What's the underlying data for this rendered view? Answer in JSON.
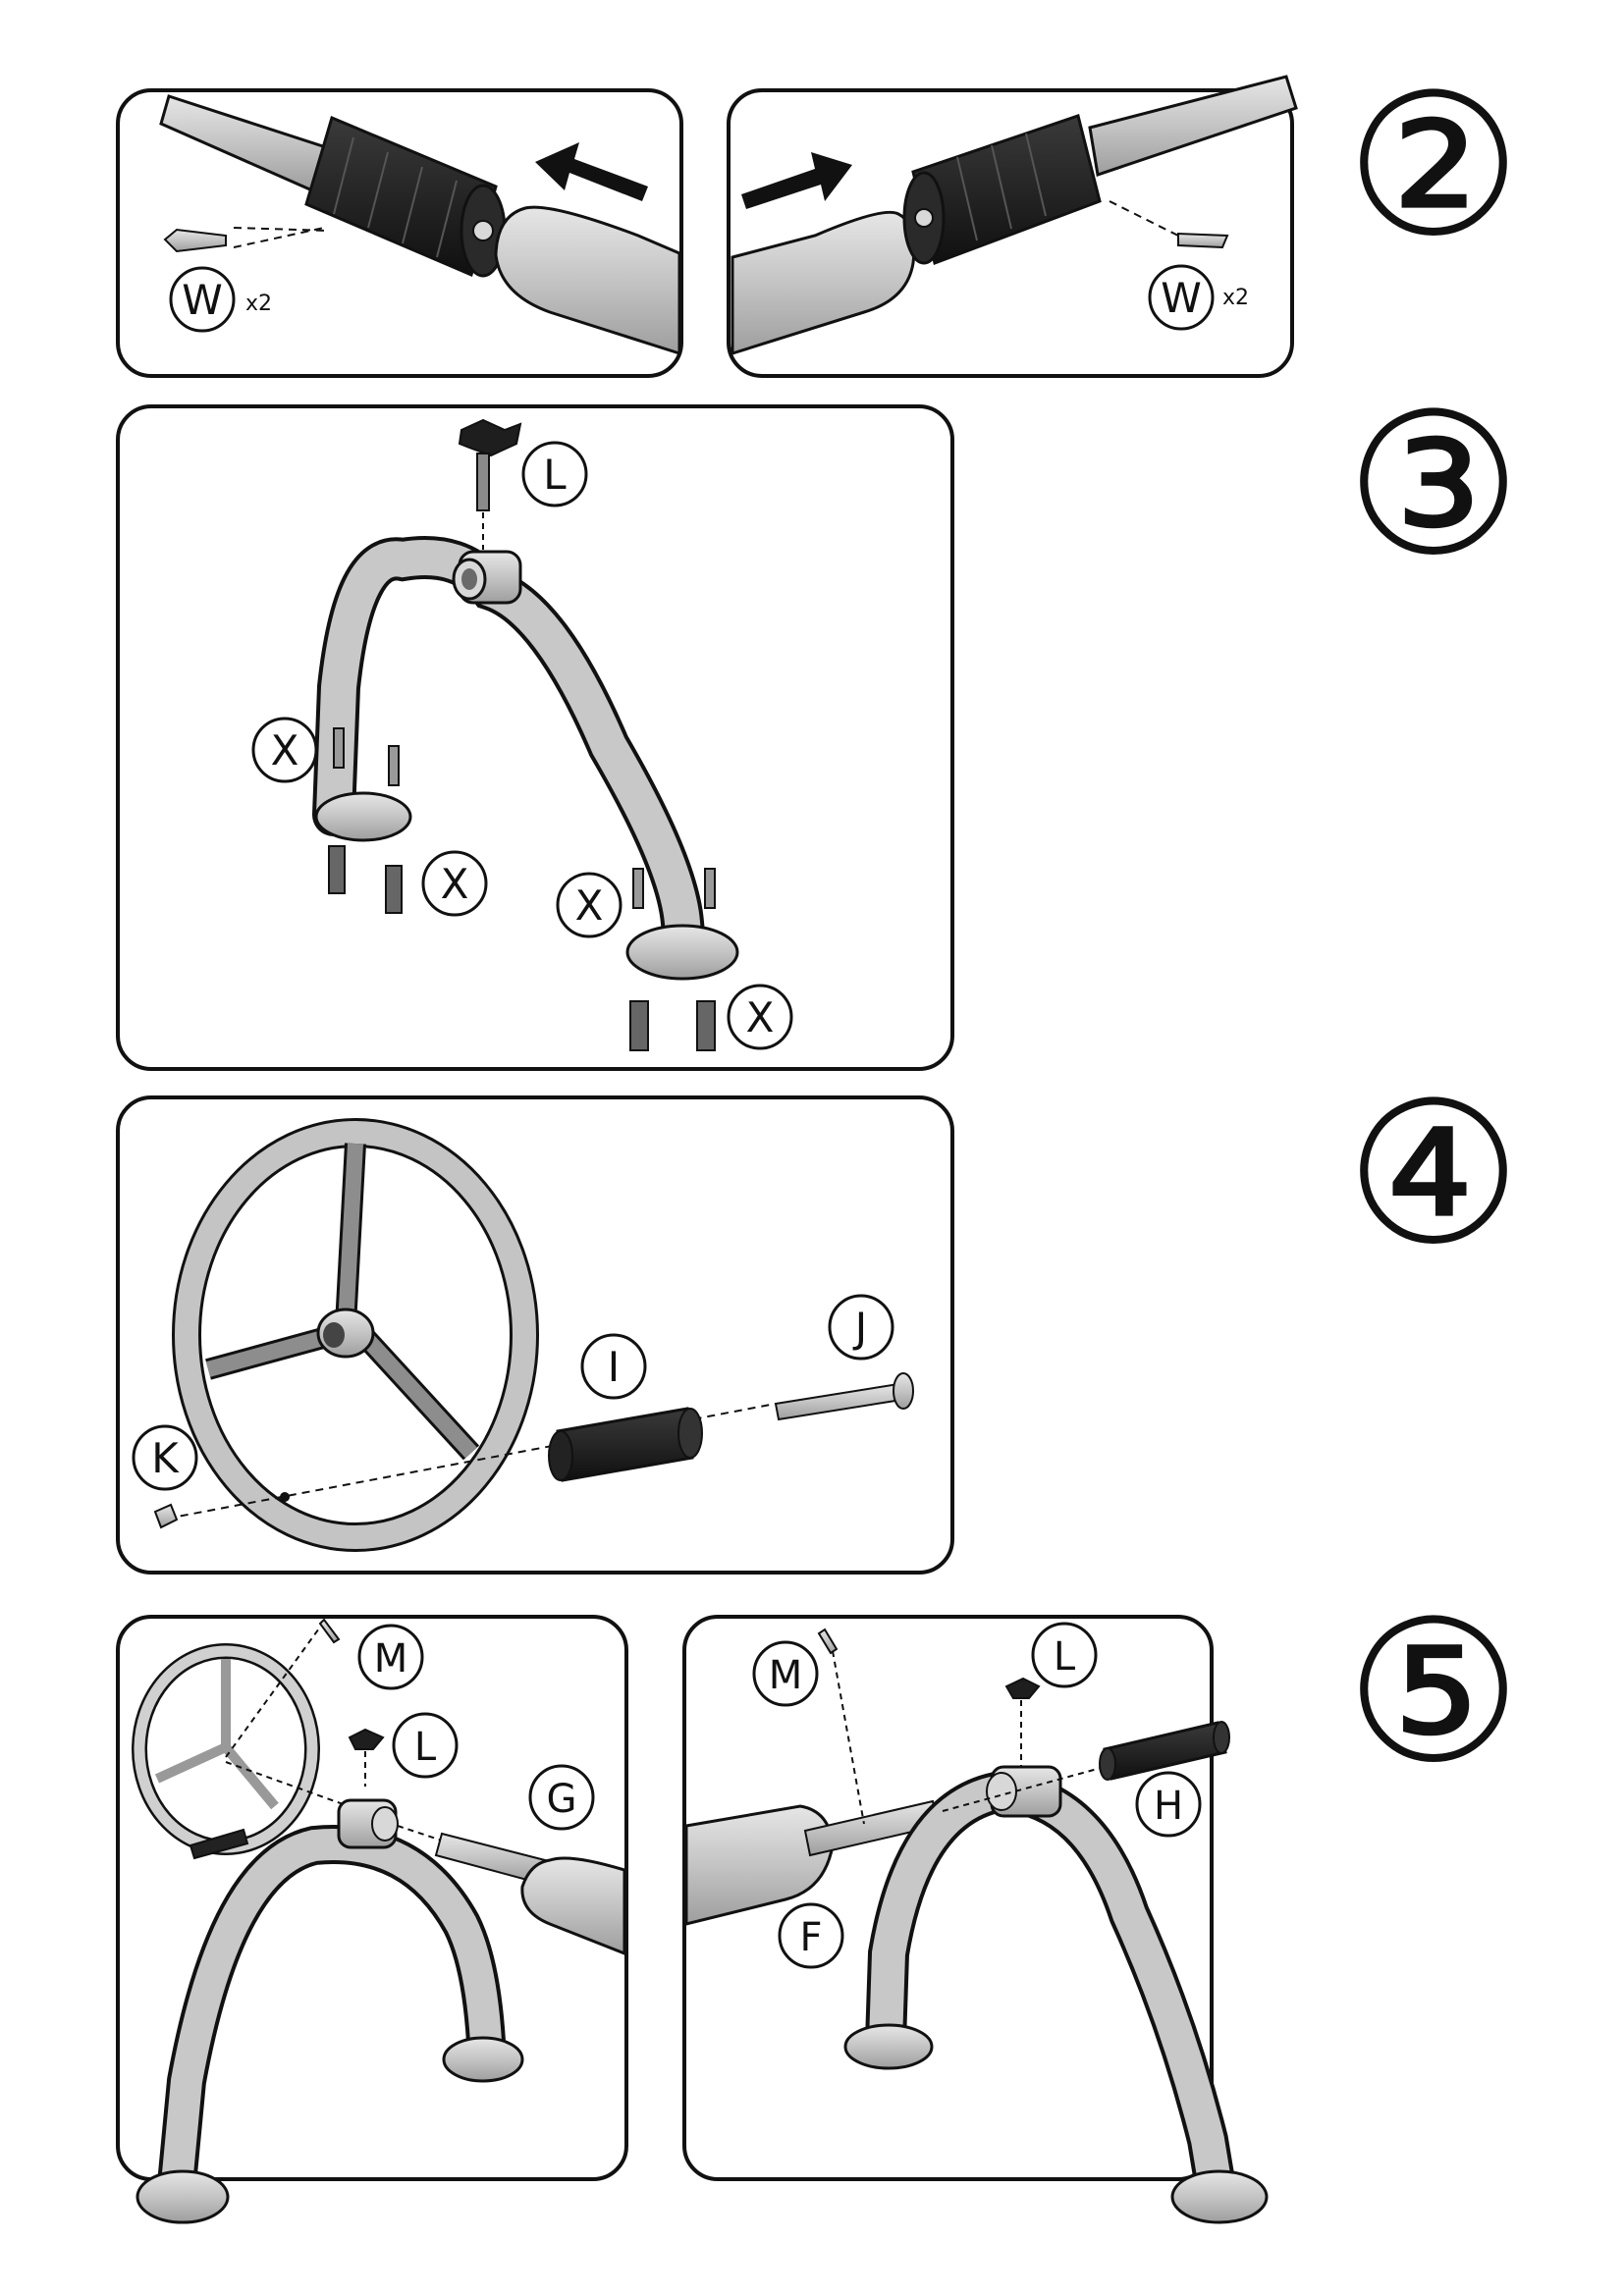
{
  "steps": {
    "s2": "②",
    "s3": "③",
    "s4": "④",
    "s5": "⑤"
  },
  "step2": {
    "left_part": "W",
    "left_qty": "x2",
    "right_part": "W",
    "right_qty": "x2"
  },
  "step3": {
    "knob": "L",
    "bolt_top_left": "X",
    "anchor_bottom_left": "X",
    "bolt_top_right": "X",
    "anchor_bottom_right": "X"
  },
  "step4": {
    "nut": "K",
    "sleeve": "I",
    "axle_bolt": "J"
  },
  "step5": {
    "left_pin": "M",
    "left_knob": "L",
    "left_tube": "G",
    "right_pin": "M",
    "right_knob": "L",
    "right_grip": "H",
    "right_tube": "F"
  },
  "colors": {
    "metal": "#c9c9c9",
    "metal_dark": "#9a9a9a",
    "foam": "#1e1e1e",
    "outline": "#111111",
    "panel_border": "#111111"
  }
}
